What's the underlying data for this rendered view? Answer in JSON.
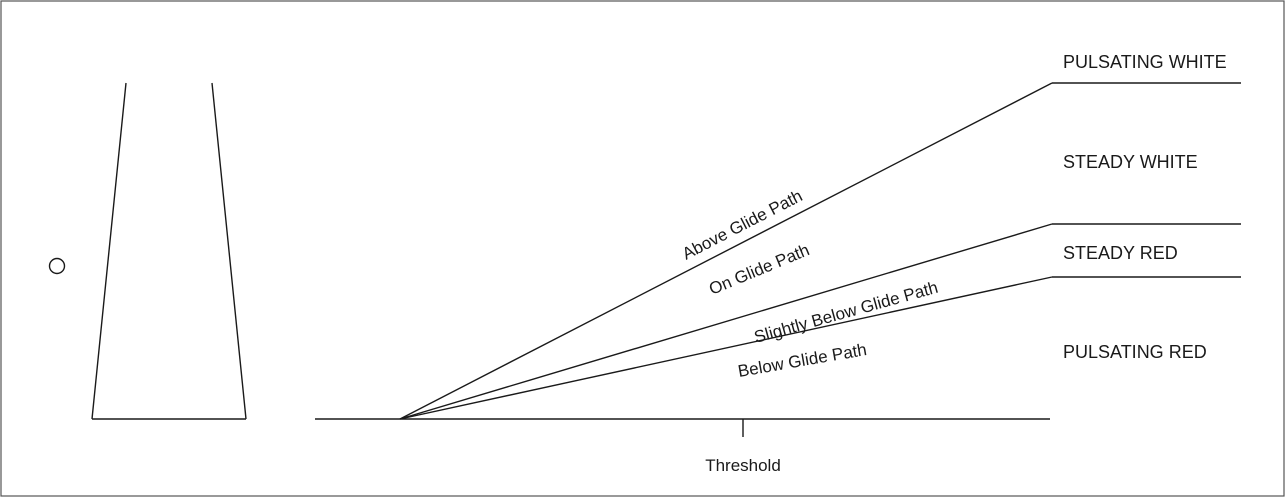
{
  "zones": {
    "pulsating_white": "PULSATING WHITE",
    "steady_white": "STEADY WHITE",
    "steady_red": "STEADY RED",
    "pulsating_red": "PULSATING RED"
  },
  "paths": {
    "above": "Above Glide Path",
    "on": "On Glide Path",
    "slightly_below": "Slightly Below Glide Path",
    "below": "Below Glide Path"
  },
  "threshold_label": "Threshold",
  "colors": {
    "line": "#1a1a1a",
    "frame": "#555555",
    "background": "#ffffff"
  }
}
